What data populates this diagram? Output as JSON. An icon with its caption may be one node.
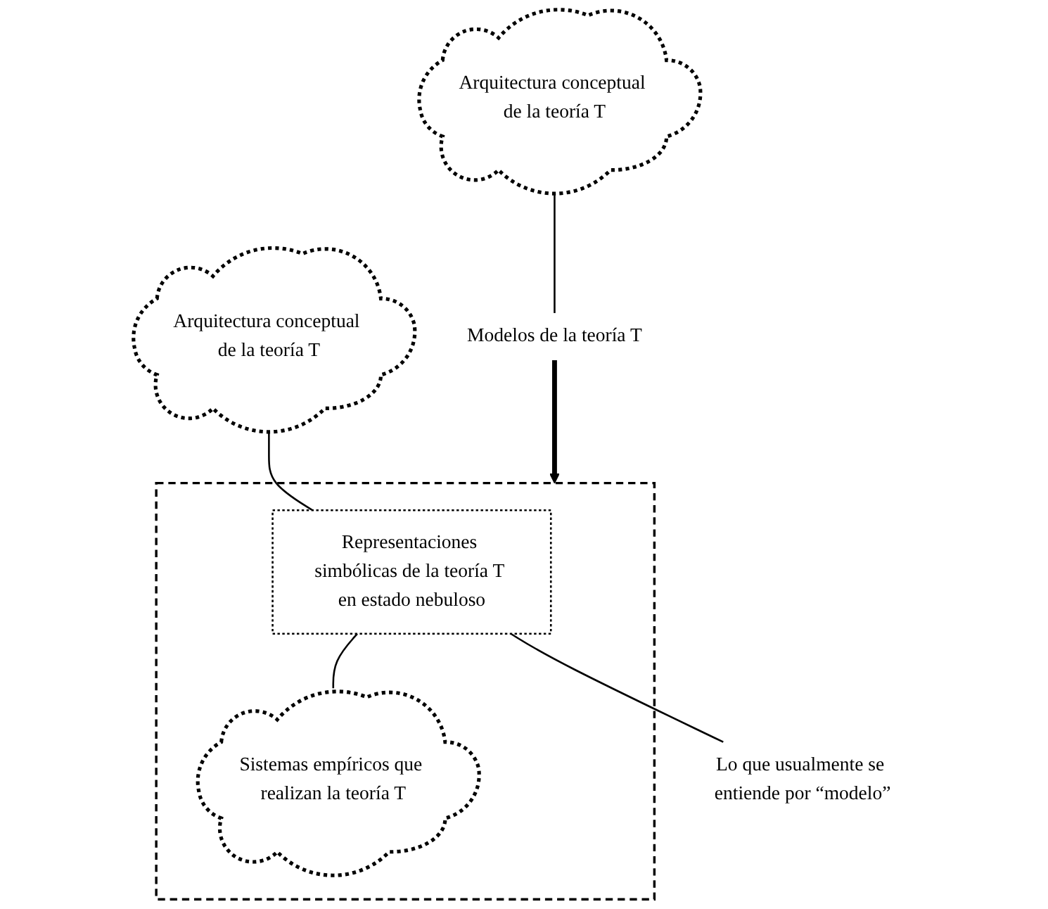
{
  "diagram": {
    "nodes": [
      {
        "text": [
          "Arquitectura conceptual de la teoría T"
        ]
      },
      {
        "text": [
          "Modelos de la teoría T"
        ]
      },
      {
        "text": [
          "Arquitectura conceptual de la teoría T"
        ]
      },
      {
        "text": [],
        "shape": "box"
      },
      {
        "text": [
          "Representaciones simbólicas de la teoría T en estado nebuloso"
        ],
        "in": 3
      },
      {
        "text": [
          "Sistemas empíricos que realizan la teoría T"
        ],
        "in": 3
      },
      {
        "text": [
          "Lo que usualmente se entiende por “modelo”"
        ]
      }
    ],
    "edges": [
      {
        "from": 0,
        "to": 1,
        "arrow": "none"
      },
      {
        "from": 1,
        "to": 3,
        "arrow": "to",
        "style": "thick"
      },
      {
        "from": 2,
        "to": 4,
        "arrow": "none"
      },
      {
        "from": 4,
        "to": 5,
        "arrow": "none"
      },
      {
        "from": 4,
        "to": 6,
        "arrow": "none"
      }
    ]
  }
}
